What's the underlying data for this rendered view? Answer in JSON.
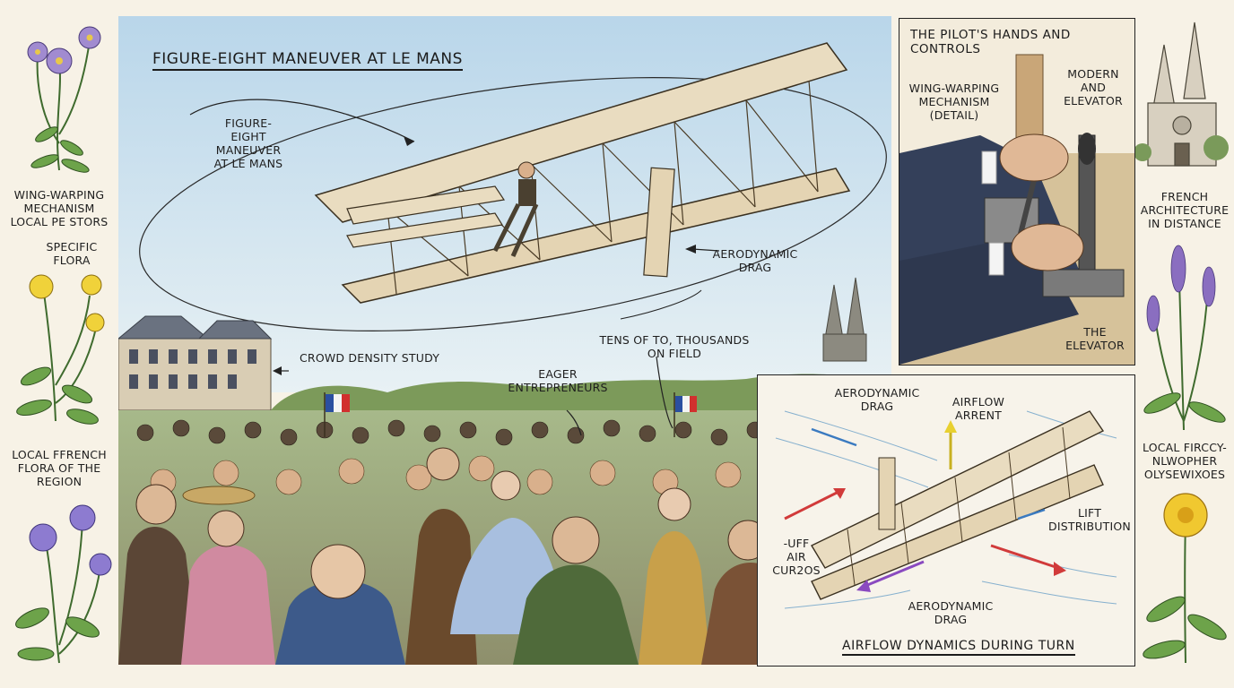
{
  "main_panel": {
    "title": "FIGURE-EIGHT MANEUVER AT LE MANS",
    "labels": {
      "maneuver": [
        "FIGURE-",
        "EIGHT",
        "MANEUVER",
        "AT LE MANS"
      ],
      "aero_drag": [
        "AERODYNAMIC",
        "DRAG"
      ],
      "crowd": "CROWD DENSITY STUDY",
      "entrepreneurs": [
        "EAGER",
        "ENTREPRENEURS"
      ],
      "tens": [
        "TENS OF TO, THOUSANDS",
        "ON FIELD"
      ]
    }
  },
  "controls_panel": {
    "title": "THE PILOT'S HANDS AND CONTROLS",
    "labels": {
      "wing_warping": [
        "WING-WARPING",
        "MECHANISM",
        "(DETAIL)"
      ],
      "modern_elevator": [
        "MODERN",
        "AND",
        "ELEVATOR"
      ],
      "the_elevator": [
        "THE",
        "ELEVATOR"
      ]
    }
  },
  "airflow_panel": {
    "title": "AIRFLOW DYNAMICS DURING TURN",
    "labels": {
      "aero_drag_top": [
        "AERODYNAMIC",
        "DRAG"
      ],
      "airflow_arrent": [
        "AIRFLOW",
        "ARRENT"
      ],
      "lift": [
        "LIFT",
        "DISTRIBUTION"
      ],
      "uff_air": [
        "-UFF",
        "AIR",
        "CUR2OS"
      ],
      "aero_drag_bottom": [
        "AERODYNAMIC",
        "DRAG"
      ]
    }
  },
  "left_border": {
    "wing_warping": [
      "WING-WARPING",
      "MECHANISM",
      "LOCAL PE STORS"
    ],
    "specific_flora": [
      "SPECIFIC",
      "FLORA"
    ],
    "local_french": [
      "LOCAL FFRENCH",
      "FLORA OF THE",
      "REGION"
    ]
  },
  "right_border": {
    "french_arch": [
      "FRENCH",
      "ARCHITECTURE",
      "IN DISTANCE"
    ],
    "local_fircy": [
      "LOCAL FIRCCY-",
      "NLWOPHER",
      "OLYSEWIXOES"
    ]
  },
  "colors": {
    "sky": "#c9e0ee",
    "paper": "#f7f2e6",
    "ink": "#1e1e1e",
    "wing": "#e9dcc0",
    "flag_blue": "#2a4fa0",
    "flag_red": "#d1302e"
  },
  "icons": [
    "purple-wildflower-icon",
    "yellow-buttercup-icon",
    "lavender-icon",
    "dandelion-icon",
    "cathedral-icon",
    "biplane-icon",
    "french-flag-icon"
  ]
}
